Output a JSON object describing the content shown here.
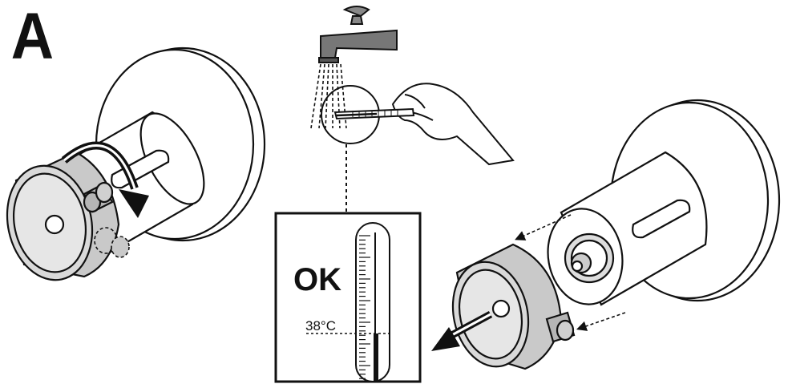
{
  "step": {
    "label": "A"
  },
  "thermometer": {
    "status_text": "OK",
    "temperature_text": "38°C"
  },
  "colors": {
    "ink": "#111111",
    "cap_fill": "#c9c9c9",
    "cap_face": "#d9d9d9",
    "knob_fill": "#b5b5b5",
    "background": "#ffffff"
  }
}
